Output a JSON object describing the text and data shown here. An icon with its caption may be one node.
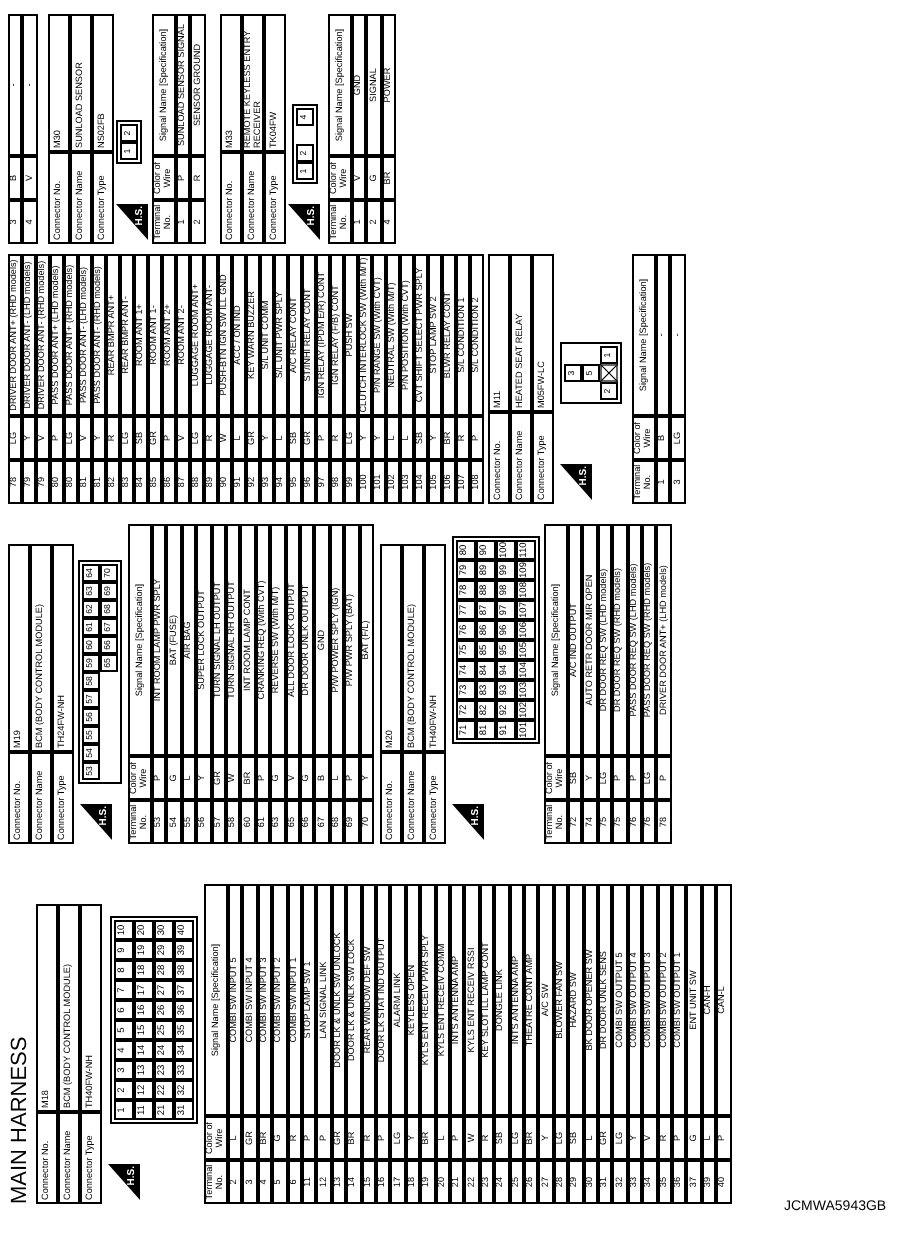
{
  "diagram": {
    "title": "MAIN HARNESS",
    "labels": [
      "Connector No.",
      "M18",
      "Connector Name",
      "BCM (BODY CONTROL MODULE)",
      "Connector Type",
      "TH40FW-NH",
      "H.S.",
      "1",
      "2",
      "3",
      "4",
      "5",
      "6",
      "7",
      "8",
      "9",
      "10",
      "11",
      "12",
      "13",
      "14",
      "15",
      "16",
      "17",
      "18",
      "19",
      "20",
      "21",
      "22",
      "23",
      "24",
      "25",
      "26",
      "27",
      "28",
      "29",
      "30",
      "31",
      "32",
      "33",
      "34",
      "35",
      "36",
      "37",
      "38",
      "39",
      "40",
      "Terminal No.",
      "Color of Wire",
      "Signal Name [Specification]",
      "2",
      "L",
      "COMBI SW INPUT 5",
      "3",
      "GR",
      "COMBI SW INPUT 4",
      "4",
      "BR",
      "COMBI SW INPUT 3",
      "5",
      "G",
      "COMBI SW INPUT 2",
      "6",
      "R",
      "COMBI SW INPUT 1",
      "11",
      "P",
      "STOP LAMP SW 1",
      "12",
      "P",
      "LAN SIGNAL LINK",
      "13",
      "GR",
      "DOOR LK & UNLK SW UNLOCK",
      "14",
      "BR",
      "DOOR LK & UNLK SW LOCK",
      "15",
      "R",
      "REAR WINDOW DEF SW",
      "16",
      "P",
      "DOOR LK STAT IND OUTPUT",
      "17",
      "LG",
      "ALARM LINK",
      "18",
      "Y",
      "KEYLESS OPEN",
      "19",
      "BR",
      "KYLS ENT RECEIV PWR SPLY",
      "20",
      "L",
      "KYLS ENT RECEIV COMM",
      "21",
      "P",
      "INTS ANTENNA AMP",
      "22",
      "W",
      "KYLS ENT RECEIV RSSI",
      "23",
      "R",
      "KEY SLOT ILL LAMP CONT",
      "24",
      "SB",
      "DONGLE LINK",
      "25",
      "LG",
      "INTS ANTENNA AMP",
      "26",
      "BR",
      "THEATRE CONT AMP",
      "27",
      "Y",
      "A/C SW",
      "28",
      "LG",
      "BLOWER FAN SW",
      "29",
      "SB",
      "HAZARD SW",
      "30",
      "L",
      "BK DOOR OPENER SW",
      "31",
      "GR",
      "DR DOOR UNLK SENS",
      "32",
      "LG",
      "COMBI SW OUTPUT 5",
      "33",
      "Y",
      "COMBI SW OUTPUT 4",
      "34",
      "V",
      "COMBI SW OUTPUT 3",
      "35",
      "R",
      "COMBI SW OUTPUT 2",
      "36",
      "P",
      "COMBI SW OUTPUT 1",
      "37",
      "G",
      "ENT UNIT SW",
      "39",
      "L",
      "CAN-H",
      "40",
      "P",
      "CAN-L",
      "Connector No.",
      "M19",
      "Connector Name",
      "BCM (BODY CONTROL MODULE)",
      "Connector Type",
      "TH24FW-NH",
      "H.S.",
      "53",
      "54",
      "55",
      "56",
      "57",
      "58",
      "59",
      "60",
      "61",
      "62",
      "63",
      "64",
      "65",
      "66",
      "67",
      "68",
      "69",
      "70",
      "Terminal No.",
      "Color of Wire",
      "Signal Name [Specification]",
      "53",
      "P",
      "INT ROOM LAMP PWR SPLY",
      "54",
      "G",
      "BAT (FUSE)",
      "55",
      "L",
      "AIR BAG",
      "56",
      "Y",
      "SUPER LOCK OUTPUT",
      "57",
      "GR",
      "TURN SIGNAL LH OUTPUT",
      "58",
      "W",
      "TURN SIGNAL RH OUTPUT",
      "60",
      "BR",
      "INT ROOM LAMP CONT",
      "61",
      "P",
      "CRANKING REQ (With CVT)",
      "63",
      "G",
      "REVERSE SW (With M/T)",
      "65",
      "V",
      "ALL DOOR LOCK OUTPUT",
      "66",
      "G",
      "DR DOOR UNLK OUTPUT",
      "67",
      "B",
      "GND",
      "68",
      "L",
      "P/W POWER SPLY (IGN)",
      "69",
      "P",
      "P/W PWR SPLY (BAT)",
      "70",
      "Y",
      "BAT (F/L)",
      "Connector No.",
      "M20",
      "Connector Name",
      "BCM (BODY CONTROL MODULE)",
      "Connector Type",
      "TH40FW-NH",
      "H.S.",
      "71",
      "72",
      "73",
      "74",
      "75",
      "76",
      "77",
      "78",
      "79",
      "80",
      "81",
      "82",
      "83",
      "84",
      "85",
      "86",
      "87",
      "88",
      "89",
      "90",
      "91",
      "92",
      "93",
      "94",
      "95",
      "96",
      "97",
      "98",
      "99",
      "100",
      "101",
      "102",
      "103",
      "104",
      "105",
      "106",
      "107",
      "108",
      "109",
      "110",
      "Terminal No.",
      "Color of Wire",
      "Signal Name [Specification]",
      "72",
      "SB",
      "A/C IND OUTPUT",
      "74",
      "Y",
      "AUTO RETR DOOR MIR OPEN",
      "75",
      "LG",
      "DR DOOR REQ SW (LHD models)",
      "75",
      "P",
      "DR DOOR REQ SW (RHD models)",
      "76",
      "P",
      "PASS DOOR REQ SW (LHD models)",
      "76",
      "LG",
      "PASS DOOR REQ SW (RHD models)",
      "78",
      "P",
      "DRIVER DOOR ANT+ (LHD models)",
      "78",
      "LG",
      "DRIVER DOOR ANT+ (RHD models)",
      "79",
      "Y",
      "DRIVER DOOR ANT- (LHD models)",
      "79",
      "V",
      "DRIVER DOOR ANT- (RHD models)",
      "80",
      "P",
      "PASS DOOR ANT+ (LHD models)",
      "80",
      "LG",
      "PASS DOOR ANT+ (RHD models)",
      "81",
      "V",
      "PASS DOOR ANT- (LHD models)",
      "81",
      "Y",
      "PASS DOOR ANT- (RHD models)",
      "82",
      "R",
      "REAR BMPR ANT+",
      "83",
      "LG",
      "REAR BMPR ANT-",
      "84",
      "SB",
      "ROOM ANT 1+",
      "85",
      "GR",
      "ROOM ANT 1-",
      "86",
      "P",
      "ROOM ANT 2+",
      "87",
      "V",
      "ROOM ANT 2-",
      "88",
      "LG",
      "LUGGAGE ROOM ANT+",
      "89",
      "R",
      "LUGGAGE ROOM ANT-",
      "90",
      "W",
      "PUSH-BTN IGN SW ILL GND",
      "91",
      "L",
      "ACC / ON IND",
      "92",
      "GR",
      "KEY WARN BUZZER",
      "93",
      "Y",
      "S/L UNIT COMM",
      "94",
      "L",
      "S/L UNIT PWR SPLY",
      "95",
      "SB",
      "A/C RELAY CONT",
      "96",
      "GR",
      "ST/INHI RELAY CONT",
      "97",
      "P",
      "IGN RELAY (IPDM E/R) CONT",
      "98",
      "R",
      "IGN RELAY (F/B) CONT",
      "99",
      "LG",
      "PUSH SW",
      "100",
      "Y",
      "CLUTCH INTERLOCK SW (With M/T)",
      "101",
      "Y",
      "P/N RANGE SW (With CVT)",
      "102",
      "L",
      "NEUTRAL SW (With M/T)",
      "103",
      "L",
      "P/N POSITION (With CVT)",
      "104",
      "SB",
      "CVT SHIFT SELECT PWR SPLY",
      "105",
      "Y",
      "STOP LAMP SW 2",
      "106",
      "BR",
      "BLWR RELAY CONT",
      "107",
      "R",
      "S/L CONDITION 1",
      "108",
      "P",
      "S/L CONDITION 2",
      "Connector No.",
      "M11",
      "Connector Name",
      "HEATED SEAT RELAY",
      "Connector Type",
      "M05FW-LC",
      "H.S.",
      "3",
      "5",
      "2",
      "1",
      "Terminal No.",
      "Color of Wire",
      "Signal Name [Specification]",
      "1",
      "B",
      "-",
      "3",
      "LG",
      "-",
      "3",
      "B",
      "-",
      "4",
      "V",
      "-",
      "Connector No.",
      "M30",
      "Connector Name",
      "SUNLOAD SENSOR",
      "Connector Type",
      "NS02FB",
      "H.S.",
      "1",
      "2",
      "Terminal No.",
      "Color of Wire",
      "Signal Name [Specification]",
      "1",
      "P",
      "SUNLOAD SENSOR SIGNAL",
      "2",
      "R",
      "SENSOR GROUND",
      "Connector No.",
      "M33",
      "Connector Name",
      "REMOTE KEYLESS ENTRY RECEIVER",
      "Connector Type",
      "TK04FW",
      "H.S.",
      "1",
      "2",
      "4",
      "Terminal No.",
      "Color of Wire",
      "Signal Name [Specification]",
      "1",
      "V",
      "GND",
      "2",
      "G",
      "SIGNAL",
      "4",
      "BR",
      "POWER",
      "JCMWA5943GB"
    ]
  }
}
